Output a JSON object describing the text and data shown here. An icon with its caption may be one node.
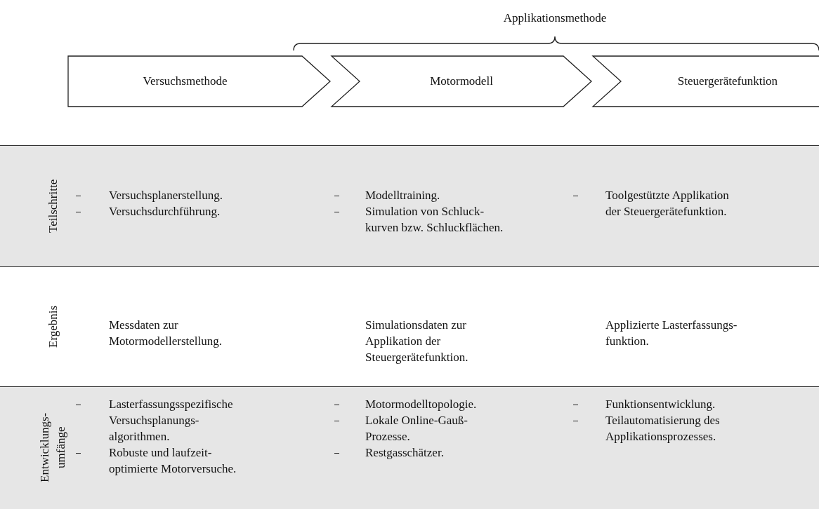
{
  "diagram": {
    "nodes": [
      {
        "text": [
          "Versuchsmethode"
        ]
      },
      {
        "text": [
          "Motormodell"
        ]
      },
      {
        "text": [
          "Steuergerätefunktion"
        ]
      }
    ],
    "labels": [
      "Applikationsmethode",
      "Teilschritte",
      "Versuchsplanerstellung.",
      "Versuchsdurchführung.",
      "Modelltraining.",
      "Simulation von Schluck-kurven bzw. Schluckflächen.",
      "Toolgestützte Applikation der Steuergerätefunktion.",
      "Ergebnis",
      "Messdaten zur Motormodellerstellung.",
      "Simulationsdaten zur Applikation der Steuergerätefunktion.",
      "Applizierte Lasterfassungs-funktion.",
      "Entwicklungs-umfänge",
      "Lasterfassungsspezifische Versuchsplanungs-algorithmen.",
      "Robuste und laufzeit-optimierte Motorversuche.",
      "Motormodelltopologie.",
      "Lokale Online-Gauß-Prozesse.",
      "Restgasschätzer.",
      "Funktionsentwicklung.",
      "Teilautomatisierung des Applikationsprozesses."
    ]
  }
}
